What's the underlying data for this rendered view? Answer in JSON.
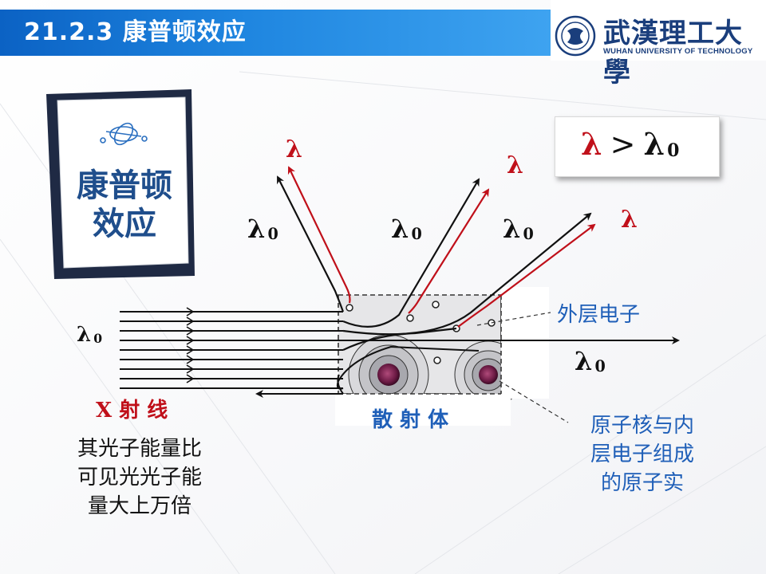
{
  "header": {
    "title": "21.2.3 康普顿效应",
    "logo_name": "武漢理工大學",
    "logo_subtitle": "WUHAN UNIVERSITY OF TECHNOLOGY"
  },
  "card": {
    "line1": "康普顿",
    "line2": "效应"
  },
  "diagram": {
    "lambda": "λ",
    "lambda_zero_sub": "0",
    "comparison_symbol": ">",
    "xray_label": "X 射 线",
    "scatterer_label": "散 射 体",
    "outer_electron_label": "外层电子",
    "nucleus_label_line1": "原子核与内",
    "nucleus_label_line2": "层电子组成",
    "nucleus_label_line3": "的原子实",
    "desc_line1": "其光子能量比",
    "desc_line2": "可见光光子能",
    "desc_line3": "量大上万倍"
  },
  "colors": {
    "header_blue": "#0b62c4",
    "title_blue": "#1f5fb8",
    "shifted_ray_red": "#c0101a",
    "card_navy": "#1f2a44"
  }
}
